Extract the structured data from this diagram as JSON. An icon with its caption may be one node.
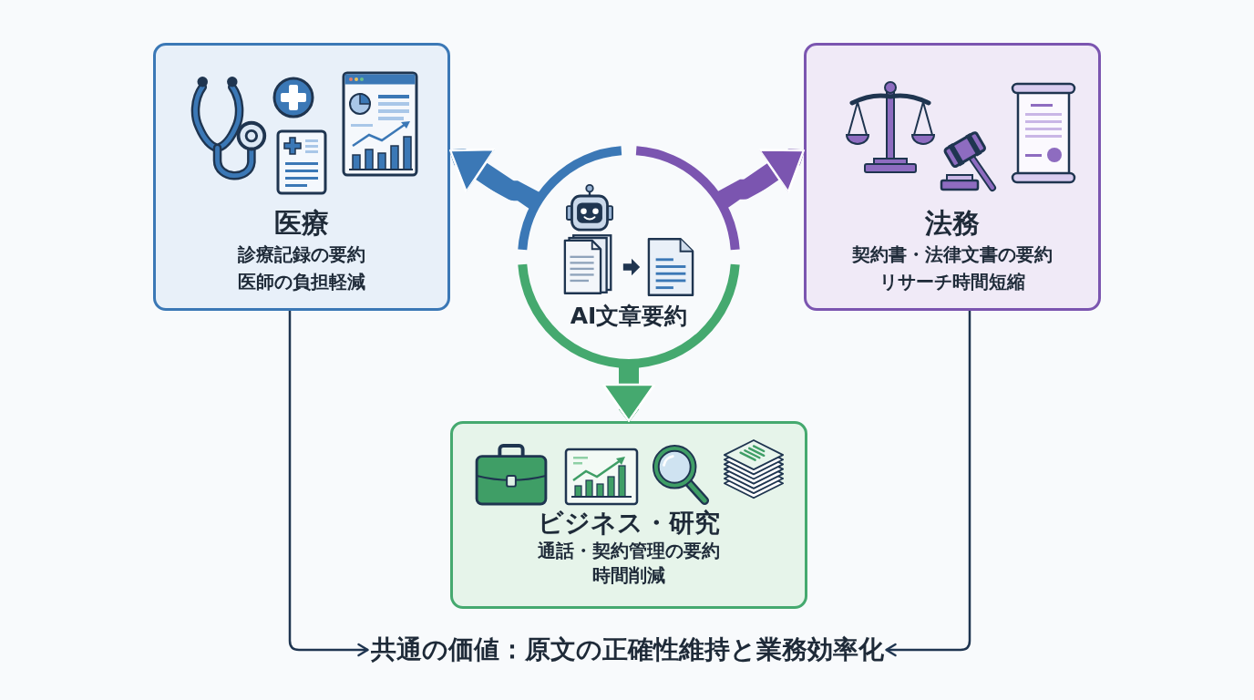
{
  "diagram": {
    "nodes": [
      {
        "text": [
          "医療",
          "診療記録の要約",
          "医師の負担軽減"
        ]
      },
      {
        "text": [
          "AI文章要約"
        ]
      },
      {
        "text": [
          "法務",
          "契約書・法律文書の要約",
          "リサーチ時間短縮"
        ]
      },
      {
        "text": [
          "ビジネス・研究",
          "通話・契約管理の要約",
          "時間削減"
        ]
      },
      {
        "text": [
          "共通の価値：原文の正確性維持と業務効率化"
        ]
      }
    ],
    "edges": [
      {
        "from": 1,
        "to": 0,
        "arrow": "to",
        "color": "#3b78b6"
      },
      {
        "from": 1,
        "to": 2,
        "arrow": "to",
        "color": "#7b55b0"
      },
      {
        "from": 1,
        "to": 3,
        "arrow": "to",
        "color": "#45a96f"
      },
      {
        "from": 0,
        "to": 4,
        "arrow": "to"
      },
      {
        "from": 2,
        "to": 4,
        "arrow": "to"
      }
    ]
  }
}
